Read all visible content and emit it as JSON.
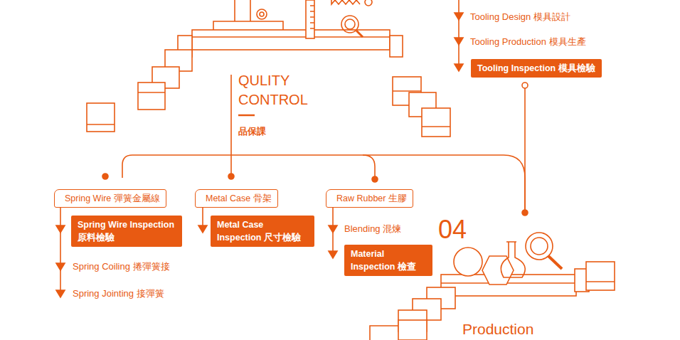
{
  "diagram": {
    "nodes": [
      {
        "text": [
          "Tooling Inspection 模具檢驗"
        ]
      },
      {
        "text": [
          "Spring Wire 彈簧金屬線"
        ]
      },
      {
        "text": [
          "Metal Case 骨架"
        ]
      },
      {
        "text": [
          "Raw Rubber 生膠"
        ]
      },
      {
        "text": [
          "Spring Wire Inspection 原料檢驗"
        ]
      },
      {
        "text": [
          "Metal Case Inspection 尺寸檢驗"
        ]
      },
      {
        "text": [
          "Material Inspection 檢查"
        ]
      }
    ],
    "labels": [
      "Tooling Design 模具設計",
      "Tooling Production 模具生產",
      "QULITY CONTROL",
      "品保課",
      "Spring Coiling 捲彈簧接",
      "Spring Jointing 接彈簧",
      "Blending 混煉",
      "04",
      "Production"
    ]
  }
}
